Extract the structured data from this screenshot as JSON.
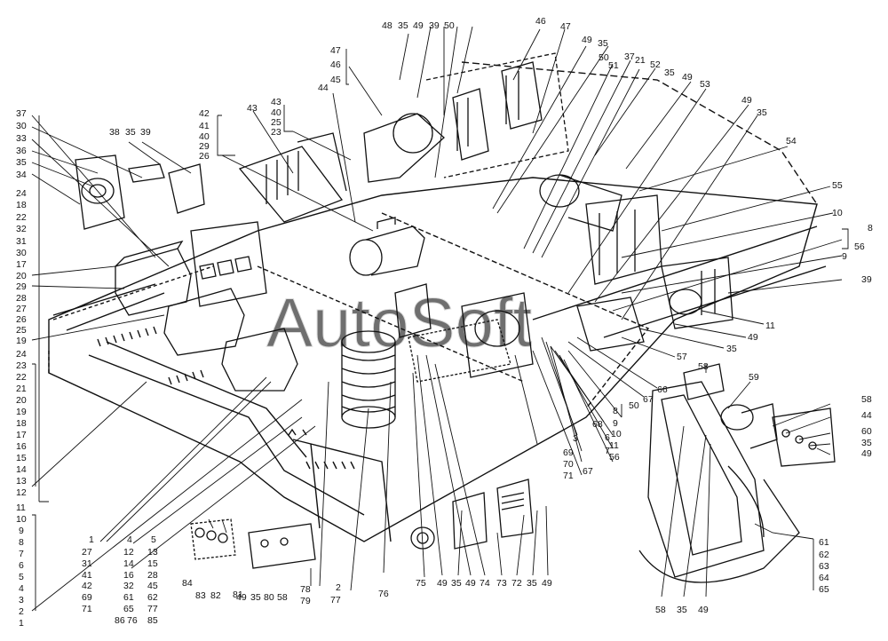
{
  "watermark": "AutoSoft",
  "labels": {
    "l37a": "37",
    "l30a": "30",
    "l33": "33",
    "l36a": "36",
    "l35a": "35",
    "l34": "34",
    "l24a": "24",
    "l18": "18",
    "l22a": "22",
    "l32a": "32",
    "l31a": "31",
    "l30b": "30",
    "l17a": "17",
    "l20a": "20",
    "l29": "29",
    "l28": "28",
    "l27a": "27",
    "l26a": "26",
    "l25a": "25",
    "l19a": "19",
    "l24b": "24",
    "l23a": "23",
    "l22b": "22",
    "l21a": "21",
    "l20b": "20",
    "l19b": "19",
    "l18b": "18",
    "l17b": "17",
    "l16a": "16",
    "l15a": "15",
    "l14a": "14",
    "l13a": "13",
    "l12a": "12",
    "l11a": "11",
    "l10a": "10",
    "l9a": "9",
    "l8a": "8",
    "l7a": "7",
    "l6a": "6",
    "l5a": "5",
    "l4a": "4",
    "l3a": "3",
    "l2a": "2",
    "l1a": "1",
    "t38": "38",
    "t35a": "35",
    "t39a": "39",
    "t42": "42",
    "t41": "41",
    "t40a": "40",
    "t29": "29",
    "t26": "26",
    "t43a": "43",
    "t43b": "43",
    "t40b": "40",
    "t25": "25",
    "t23": "23",
    "t44": "44",
    "t47a": "47",
    "t46a": "46",
    "t45": "45",
    "t48": "48",
    "t35b": "35",
    "t49a": "49",
    "t39b": "39",
    "t50a": "50",
    "t46b": "46",
    "t47b": "47",
    "t49b": "49",
    "t35c": "35",
    "t50b": "50",
    "t51": "51",
    "t37": "37",
    "t21": "21",
    "t52": "52",
    "t35d": "35",
    "t49c": "49",
    "t53": "53",
    "t49d": "49",
    "t35e": "35",
    "t54": "54",
    "t55": "55",
    "t10": "10",
    "t8a": "8",
    "t56": "56",
    "t9a": "9",
    "t39c": "39",
    "t11": "11",
    "t49e": "49",
    "t35f": "35",
    "t57": "57",
    "t66": "66",
    "t67a": "67",
    "t50c": "50",
    "t68": "68",
    "t3": "3",
    "t69": "69",
    "t70": "70",
    "t71": "71",
    "t67b": "67",
    "t8b": "8",
    "t6": "6",
    "t9b": "9",
    "t7": "7",
    "t10b": "10",
    "t11b": "11",
    "t56b": "56",
    "c1": "1",
    "c27": "27",
    "c31": "31",
    "c41": "41",
    "c42": "42",
    "c69": "69",
    "c71": "71",
    "d4": "4",
    "d12": "12",
    "d14": "14",
    "d16": "16",
    "d32": "32",
    "d61": "61",
    "d65": "65",
    "d86": "86",
    "d76": "76",
    "e5": "5",
    "e13": "13",
    "e15": "15",
    "e28": "28",
    "e45": "45",
    "e62": "62",
    "e77": "77",
    "e85": "85",
    "f84": "84",
    "f83": "83",
    "f82": "82",
    "f81": "81",
    "f49": "49",
    "f35": "35",
    "f80": "80",
    "f58": "58",
    "f78": "78",
    "f79": "79",
    "f2": "2",
    "f77": "77",
    "f76": "76",
    "f75": "75",
    "f49b": "49",
    "f35b": "35",
    "f49c": "49",
    "f74": "74",
    "f73": "73",
    "f72": "72",
    "f35c": "35",
    "f49d": "49",
    "r58a": "58",
    "r59": "59",
    "r58b": "58",
    "r44": "44",
    "r60": "60",
    "r35": "35",
    "r49": "49",
    "r61": "61",
    "r62": "62",
    "r63": "63",
    "r64": "64",
    "r65": "65",
    "r58c": "58",
    "r35b": "35",
    "r49b": "49"
  }
}
